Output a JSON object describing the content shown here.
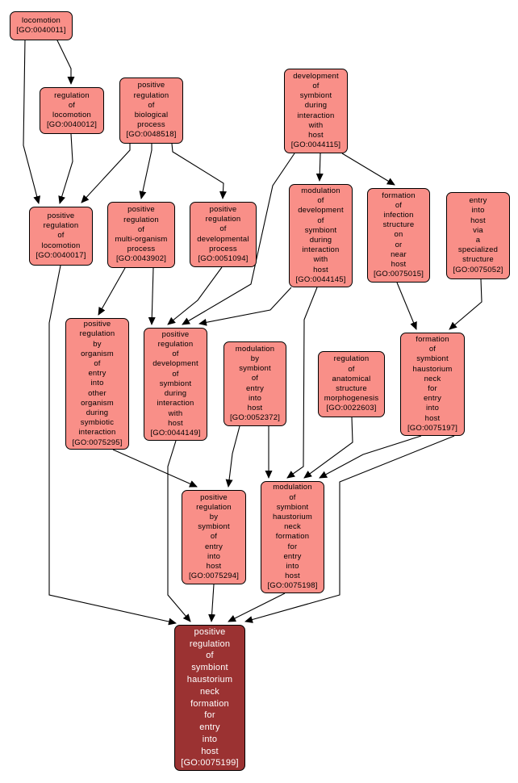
{
  "diagram": {
    "background": "#ffffff",
    "colors": {
      "node_fill": "#f98f88",
      "node_border": "#000000",
      "node_text": "#000000",
      "highlight_fill": "#9b3232",
      "highlight_text": "#ffffff",
      "edge": "#000000"
    },
    "nodes": [
      {
        "id": "GO:0040011",
        "highlighted": false,
        "lines": [
          "locomotion",
          "[GO:0040011]"
        ]
      },
      {
        "id": "GO:0040012",
        "highlighted": false,
        "lines": [
          "regulation",
          "of",
          "locomotion",
          "[GO:0040012]"
        ]
      },
      {
        "id": "GO:0048518",
        "highlighted": false,
        "lines": [
          "positive",
          "regulation",
          "of",
          "biological",
          "process",
          "[GO:0048518]"
        ]
      },
      {
        "id": "GO:0044115",
        "highlighted": false,
        "lines": [
          "development",
          "of",
          "symbiont",
          "during",
          "interaction",
          "with",
          "host",
          "[GO:0044115]"
        ]
      },
      {
        "id": "GO:0040017",
        "highlighted": false,
        "lines": [
          "positive",
          "regulation",
          "of",
          "locomotion",
          "[GO:0040017]"
        ]
      },
      {
        "id": "GO:0043902",
        "highlighted": false,
        "lines": [
          "positive",
          "regulation",
          "of",
          "multi-organism",
          "process",
          "[GO:0043902]"
        ]
      },
      {
        "id": "GO:0051094",
        "highlighted": false,
        "lines": [
          "positive",
          "regulation",
          "of",
          "developmental",
          "process",
          "[GO:0051094]"
        ]
      },
      {
        "id": "GO:0044145",
        "highlighted": false,
        "lines": [
          "modulation",
          "of",
          "development",
          "of",
          "symbiont",
          "during",
          "interaction",
          "with",
          "host",
          "[GO:0044145]"
        ]
      },
      {
        "id": "GO:0075015",
        "highlighted": false,
        "lines": [
          "formation",
          "of",
          "infection",
          "structure",
          "on",
          "or",
          "near",
          "host",
          "[GO:0075015]"
        ]
      },
      {
        "id": "GO:0075052",
        "highlighted": false,
        "lines": [
          "entry",
          "into",
          "host",
          "via",
          "a",
          "specialized",
          "structure",
          "[GO:0075052]"
        ]
      },
      {
        "id": "GO:0075295",
        "highlighted": false,
        "lines": [
          "positive",
          "regulation",
          "by",
          "organism",
          "of",
          "entry",
          "into",
          "other",
          "organism",
          "during",
          "symbiotic",
          "interaction",
          "[GO:0075295]"
        ]
      },
      {
        "id": "GO:0044149",
        "highlighted": false,
        "lines": [
          "positive",
          "regulation",
          "of",
          "development",
          "of",
          "symbiont",
          "during",
          "interaction",
          "with",
          "host",
          "[GO:0044149]"
        ]
      },
      {
        "id": "GO:0052372",
        "highlighted": false,
        "lines": [
          "modulation",
          "by",
          "symbiont",
          "of",
          "entry",
          "into",
          "host",
          "[GO:0052372]"
        ]
      },
      {
        "id": "GO:0022603",
        "highlighted": false,
        "lines": [
          "regulation",
          "of",
          "anatomical",
          "structure",
          "morphogenesis",
          "[GO:0022603]"
        ]
      },
      {
        "id": "GO:0075197",
        "highlighted": false,
        "lines": [
          "formation",
          "of",
          "symbiont",
          "haustorium",
          "neck",
          "for",
          "entry",
          "into",
          "host",
          "[GO:0075197]"
        ]
      },
      {
        "id": "GO:0075294",
        "highlighted": false,
        "lines": [
          "positive",
          "regulation",
          "by",
          "symbiont",
          "of",
          "entry",
          "into",
          "host",
          "[GO:0075294]"
        ]
      },
      {
        "id": "GO:0075198",
        "highlighted": false,
        "lines": [
          "modulation",
          "of",
          "symbiont",
          "haustorium",
          "neck",
          "formation",
          "for",
          "entry",
          "into",
          "host",
          "[GO:0075198]"
        ]
      },
      {
        "id": "GO:0075199",
        "highlighted": true,
        "lines": [
          "positive",
          "regulation",
          "of",
          "symbiont",
          "haustorium",
          "neck",
          "formation",
          "for",
          "entry",
          "into",
          "host",
          "[GO:0075199]"
        ]
      }
    ],
    "edges": [
      {
        "from": "GO:0040011",
        "to": "GO:0040012"
      },
      {
        "from": "GO:0040011",
        "to": "GO:0040017"
      },
      {
        "from": "GO:0040012",
        "to": "GO:0040017"
      },
      {
        "from": "GO:0048518",
        "to": "GO:0040017"
      },
      {
        "from": "GO:0048518",
        "to": "GO:0043902"
      },
      {
        "from": "GO:0048518",
        "to": "GO:0051094"
      },
      {
        "from": "GO:0044115",
        "to": "GO:0044149"
      },
      {
        "from": "GO:0044115",
        "to": "GO:0044145"
      },
      {
        "from": "GO:0044115",
        "to": "GO:0075015"
      },
      {
        "from": "GO:0040017",
        "to": "GO:0075199"
      },
      {
        "from": "GO:0043902",
        "to": "GO:0075295"
      },
      {
        "from": "GO:0043902",
        "to": "GO:0044149"
      },
      {
        "from": "GO:0051094",
        "to": "GO:0044149"
      },
      {
        "from": "GO:0044145",
        "to": "GO:0044149"
      },
      {
        "from": "GO:0044145",
        "to": "GO:0075198"
      },
      {
        "from": "GO:0075015",
        "to": "GO:0075197"
      },
      {
        "from": "GO:0075052",
        "to": "GO:0075197"
      },
      {
        "from": "GO:0075295",
        "to": "GO:0075294"
      },
      {
        "from": "GO:0052372",
        "to": "GO:0075294"
      },
      {
        "from": "GO:0052372",
        "to": "GO:0075198"
      },
      {
        "from": "GO:0022603",
        "to": "GO:0075198"
      },
      {
        "from": "GO:0075197",
        "to": "GO:0075198"
      },
      {
        "from": "GO:0044149",
        "to": "GO:0075199"
      },
      {
        "from": "GO:0075294",
        "to": "GO:0075199"
      },
      {
        "from": "GO:0075198",
        "to": "GO:0075199"
      },
      {
        "from": "GO:0075197",
        "to": "GO:0075199"
      }
    ]
  }
}
